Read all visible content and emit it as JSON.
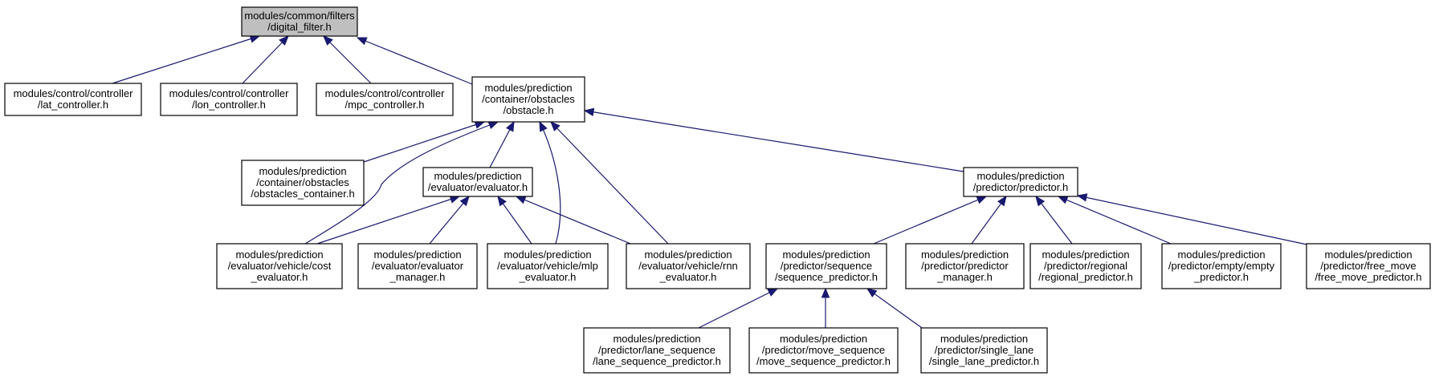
{
  "nodes": [
    {
      "id": "digital_filter",
      "lines": [
        "modules/common/filters",
        "/digital_filter.h"
      ],
      "root": true
    },
    {
      "id": "lat_controller",
      "lines": [
        "modules/control/controller",
        "/lat_controller.h"
      ]
    },
    {
      "id": "lon_controller",
      "lines": [
        "modules/control/controller",
        "/lon_controller.h"
      ]
    },
    {
      "id": "mpc_controller",
      "lines": [
        "modules/control/controller",
        "/mpc_controller.h"
      ]
    },
    {
      "id": "obstacle",
      "lines": [
        "modules/prediction",
        "/container/obstacles",
        "/obstacle.h"
      ]
    },
    {
      "id": "obstacles_container",
      "lines": [
        "modules/prediction",
        "/container/obstacles",
        "/obstacles_container.h"
      ]
    },
    {
      "id": "evaluator",
      "lines": [
        "modules/prediction",
        "/evaluator/evaluator.h"
      ]
    },
    {
      "id": "predictor",
      "lines": [
        "modules/prediction",
        "/predictor/predictor.h"
      ]
    },
    {
      "id": "cost_evaluator",
      "lines": [
        "modules/prediction",
        "/evaluator/vehicle/cost",
        "_evaluator.h"
      ]
    },
    {
      "id": "evaluator_manager",
      "lines": [
        "modules/prediction",
        "/evaluator/evaluator",
        "_manager.h"
      ]
    },
    {
      "id": "mlp_evaluator",
      "lines": [
        "modules/prediction",
        "/evaluator/vehicle/mlp",
        "_evaluator.h"
      ]
    },
    {
      "id": "rnn_evaluator",
      "lines": [
        "modules/prediction",
        "/evaluator/vehicle/rnn",
        "_evaluator.h"
      ]
    },
    {
      "id": "sequence_predictor",
      "lines": [
        "modules/prediction",
        "/predictor/sequence",
        "/sequence_predictor.h"
      ]
    },
    {
      "id": "predictor_manager",
      "lines": [
        "modules/prediction",
        "/predictor/predictor",
        "_manager.h"
      ]
    },
    {
      "id": "regional_predictor",
      "lines": [
        "modules/prediction",
        "/predictor/regional",
        "/regional_predictor.h"
      ]
    },
    {
      "id": "empty_predictor",
      "lines": [
        "modules/prediction",
        "/predictor/empty/empty",
        "_predictor.h"
      ]
    },
    {
      "id": "free_move_predictor",
      "lines": [
        "modules/prediction",
        "/predictor/free_move",
        "/free_move_predictor.h"
      ]
    },
    {
      "id": "lane_sequence_predictor",
      "lines": [
        "modules/prediction",
        "/predictor/lane_sequence",
        "/lane_sequence_predictor.h"
      ]
    },
    {
      "id": "move_sequence_predictor",
      "lines": [
        "modules/prediction",
        "/predictor/move_sequence",
        "/move_sequence_predictor.h"
      ]
    },
    {
      "id": "single_lane_predictor",
      "lines": [
        "modules/prediction",
        "/predictor/single_lane",
        "/single_lane_predictor.h"
      ]
    }
  ],
  "edges": [
    {
      "from": "lat_controller",
      "to": "digital_filter"
    },
    {
      "from": "lon_controller",
      "to": "digital_filter"
    },
    {
      "from": "mpc_controller",
      "to": "digital_filter"
    },
    {
      "from": "obstacle",
      "to": "digital_filter"
    },
    {
      "from": "obstacles_container",
      "to": "obstacle"
    },
    {
      "from": "cost_evaluator",
      "to": "obstacle"
    },
    {
      "from": "evaluator",
      "to": "obstacle"
    },
    {
      "from": "mlp_evaluator",
      "to": "obstacle"
    },
    {
      "from": "rnn_evaluator",
      "to": "obstacle"
    },
    {
      "from": "predictor",
      "to": "obstacle"
    },
    {
      "from": "cost_evaluator",
      "to": "evaluator"
    },
    {
      "from": "evaluator_manager",
      "to": "evaluator"
    },
    {
      "from": "mlp_evaluator",
      "to": "evaluator"
    },
    {
      "from": "rnn_evaluator",
      "to": "evaluator"
    },
    {
      "from": "sequence_predictor",
      "to": "predictor"
    },
    {
      "from": "predictor_manager",
      "to": "predictor"
    },
    {
      "from": "regional_predictor",
      "to": "predictor"
    },
    {
      "from": "empty_predictor",
      "to": "predictor"
    },
    {
      "from": "free_move_predictor",
      "to": "predictor"
    },
    {
      "from": "lane_sequence_predictor",
      "to": "sequence_predictor"
    },
    {
      "from": "move_sequence_predictor",
      "to": "sequence_predictor"
    },
    {
      "from": "single_lane_predictor",
      "to": "sequence_predictor"
    }
  ],
  "colors": {
    "edge": "#191970",
    "root_fill": "#bfbfbf",
    "node_fill": "#ffffff",
    "node_border": "#000000"
  }
}
